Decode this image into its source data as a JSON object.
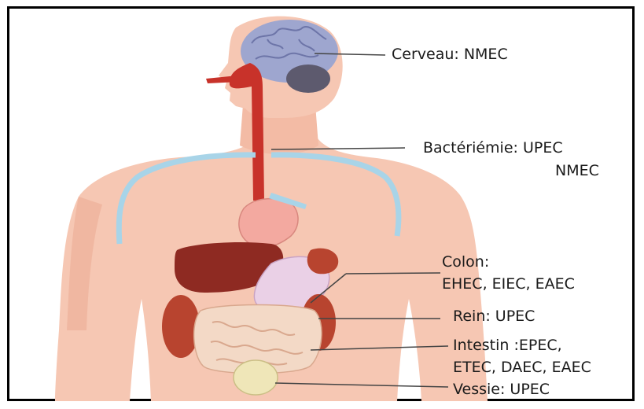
{
  "labels": {
    "cerveau": "Cerveau: NMEC",
    "bacteriemie_1": "Bactériémie: UPEC",
    "bacteriemie_2": "NMEC",
    "colon_1": "Colon:",
    "colon_2": "EHEC, EIEC, EAEC",
    "rein": "Rein: UPEC",
    "intestin_1": "Intestin :EPEC,",
    "intestin_2": "ETEC, DAEC, EAEC",
    "vessie": "Vessie: UPEC"
  },
  "colors": {
    "skin": "#f6c7b3",
    "skin_shadow": "#eaa890",
    "brain": "#9ea6cf",
    "airway": "#c8322a",
    "vessel": "#a8d4e8",
    "heart": "#f3a9a0",
    "liver": "#8e2a22",
    "stomach": "#ead0e6",
    "intestine": "#f3d9c6",
    "kidney": "#b8442f",
    "bladder": "#efe6b8"
  }
}
